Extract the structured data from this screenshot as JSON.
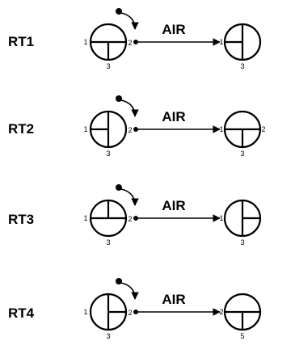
{
  "rows": [
    {
      "label": "RT1",
      "arrow_label": "AIR",
      "left": {
        "type": "inverted-T",
        "ports": [
          "1",
          "2",
          "3"
        ]
      },
      "right": {
        "type": "rotated-T-left",
        "ports": [
          "1",
          "3"
        ]
      }
    },
    {
      "label": "RT2",
      "arrow_label": "AIR",
      "left": {
        "type": "rotated-T-left",
        "ports": [
          "1",
          "2",
          "3"
        ]
      },
      "right": {
        "type": "inverted-T",
        "ports": [
          "1",
          "3",
          "2"
        ]
      }
    },
    {
      "label": "RT3",
      "arrow_label": "AIR",
      "left": {
        "type": "upright-T",
        "ports": [
          "1",
          "2",
          "3"
        ]
      },
      "right": {
        "type": "rotated-T-right",
        "ports": [
          "1",
          "3"
        ]
      }
    },
    {
      "label": "RT4",
      "arrow_label": "AIR",
      "left": {
        "type": "rotated-T-right",
        "ports": [
          "1",
          "2",
          "3"
        ]
      },
      "right": {
        "type": "inverted-T",
        "ports": [
          "2",
          "5"
        ]
      }
    }
  ]
}
